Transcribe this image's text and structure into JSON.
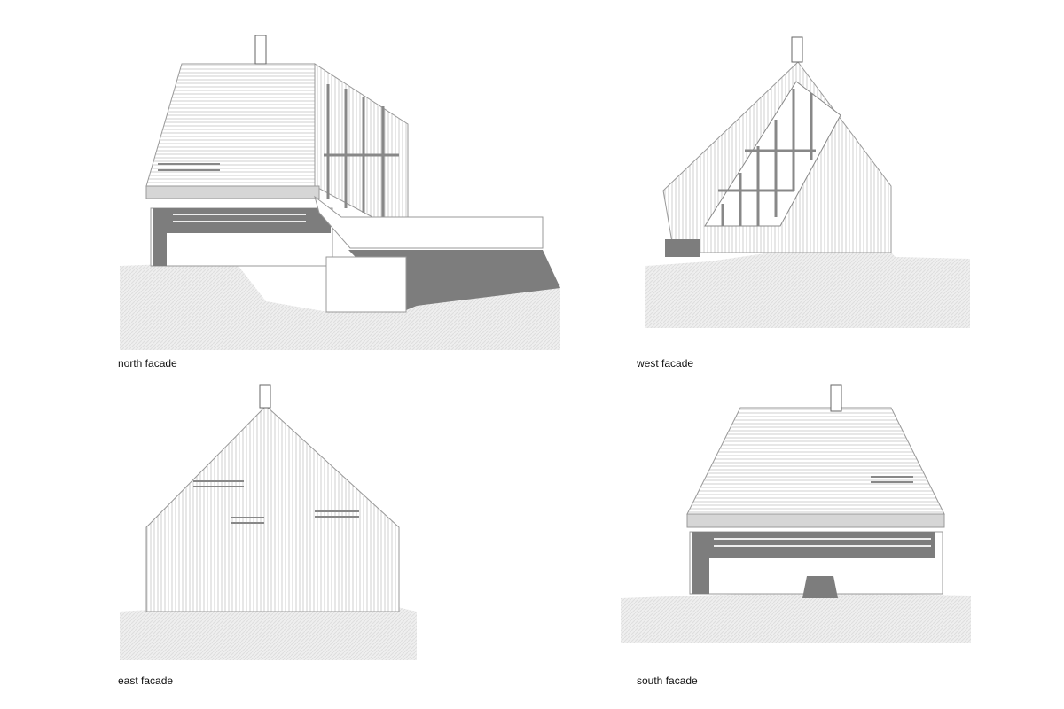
{
  "drawings": [
    {
      "id": "north",
      "label": "north facade"
    },
    {
      "id": "west",
      "label": "west facade"
    },
    {
      "id": "east",
      "label": "east facade"
    },
    {
      "id": "south",
      "label": "south facade"
    }
  ],
  "colors": {
    "line": "#8a8a8a",
    "shadow": "#7d7d7d",
    "ground": "#ececec",
    "hatch": "#c9c9c9"
  }
}
